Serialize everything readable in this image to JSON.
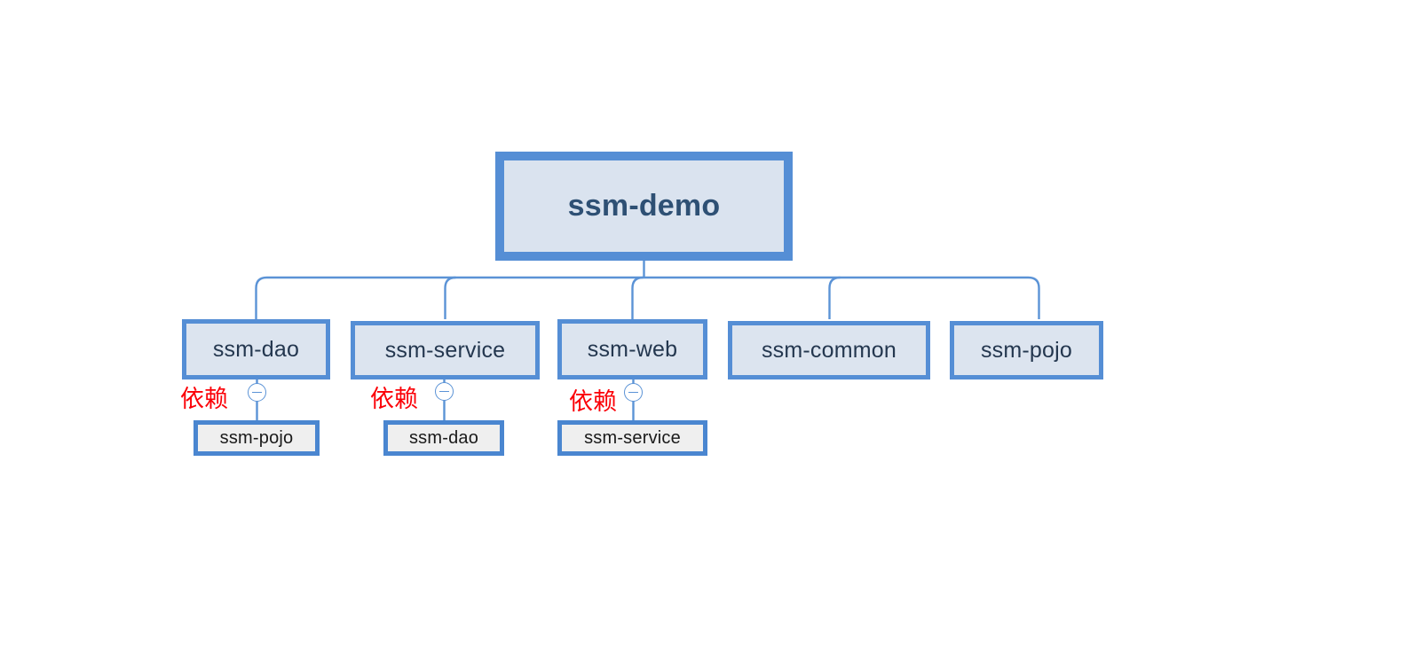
{
  "diagram": {
    "title": "ssm-demo",
    "type": "module-dependency-tree",
    "accent_color": "#558ed5",
    "node_fill_color": "#dce4ef",
    "dependency_fill_color": "#efefef",
    "dependency_label_color": "#fb0007",
    "text_color": "#24374f"
  },
  "root": {
    "label": "ssm-demo"
  },
  "modules": [
    {
      "id": "ssm-dao",
      "label": "ssm-dao",
      "dependency_label": "依赖",
      "dependency": {
        "label": "ssm-pojo"
      },
      "toggle": "collapse-minus-icon"
    },
    {
      "id": "ssm-service",
      "label": "ssm-service",
      "dependency_label": "依赖",
      "dependency": {
        "label": "ssm-dao"
      },
      "toggle": "collapse-minus-icon"
    },
    {
      "id": "ssm-web",
      "label": "ssm-web",
      "dependency_label": "依赖",
      "dependency": {
        "label": "ssm-service"
      },
      "toggle": "collapse-minus-icon"
    },
    {
      "id": "ssm-common",
      "label": "ssm-common"
    },
    {
      "id": "ssm-pojo",
      "label": "ssm-pojo"
    }
  ]
}
